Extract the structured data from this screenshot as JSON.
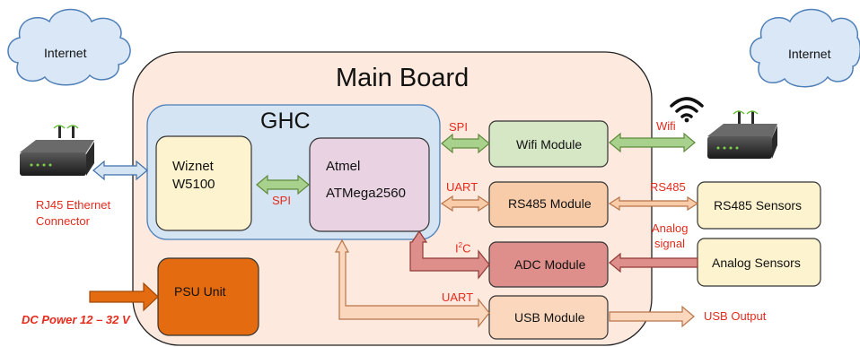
{
  "internet_left": "Internet",
  "internet_right": "Internet",
  "main_board": "Main Board",
  "ghc": "GHC",
  "wiznet": {
    "line1": "Wiznet",
    "line2": "W5100"
  },
  "atmel": {
    "line1": "Atmel",
    "line2": "ATMega2560"
  },
  "psu": "PSU Unit",
  "modules": {
    "wifi": "Wifi Module",
    "rs485": "RS485 Module",
    "adc": "ADC Module",
    "usb": "USB Module"
  },
  "sensors": {
    "rs485": "RS485 Sensors",
    "analog": "Analog Sensors"
  },
  "labels": {
    "spi_inner": "SPI",
    "spi_wifi": "SPI",
    "uart_rs485": "UART",
    "i2c_prefix": "I",
    "i2c_sup": "2",
    "i2c_suffix": "C",
    "uart_usb": "UART",
    "wifi": "Wifi",
    "rs485": "RS485",
    "analog_line1": "Analog",
    "analog_line2": "signal",
    "usb_output": "USB Output",
    "rj45_line1": "RJ45 Ethernet",
    "rj45_line2": "Connector",
    "dc_power": "DC Power 12 – 32 V"
  },
  "colors": {
    "main_board": "#fde9dd",
    "ghc": "#d5e4f3",
    "wiznet": "#fdf3cf",
    "atmel": "#e9d3e3",
    "wifi_module": "#d5e7c5",
    "rs485_module": "#f8cba9",
    "adc_module": "#df8f8b",
    "usb_module": "#fbd8bd",
    "sensors": "#fdf3cf",
    "psu": "#e46b0f",
    "label_red": "#e52b1e"
  }
}
